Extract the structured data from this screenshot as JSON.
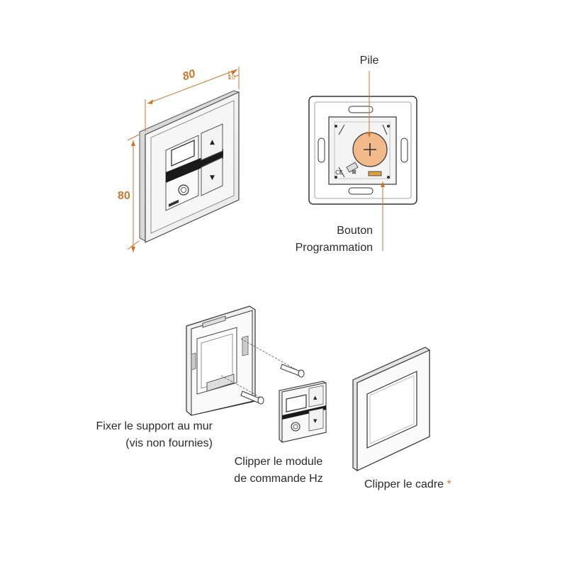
{
  "dimensions": {
    "width": "80",
    "height": "80",
    "depth": "10"
  },
  "labels": {
    "pile": "Pile",
    "bouton_line1": "Bouton",
    "bouton_line2": "Programmation",
    "fixer_line1": "Fixer le support au mur",
    "fixer_line2": "(vis non fournies)",
    "clipper_module_line1": "Clipper le module",
    "clipper_module_line2": "de commande Hz",
    "clipper_cadre": "Clipper le cadre",
    "asterisk": "*"
  },
  "colors": {
    "accent": "#c8772e",
    "line": "#3a3a3a",
    "battery": "#f2b98b"
  }
}
